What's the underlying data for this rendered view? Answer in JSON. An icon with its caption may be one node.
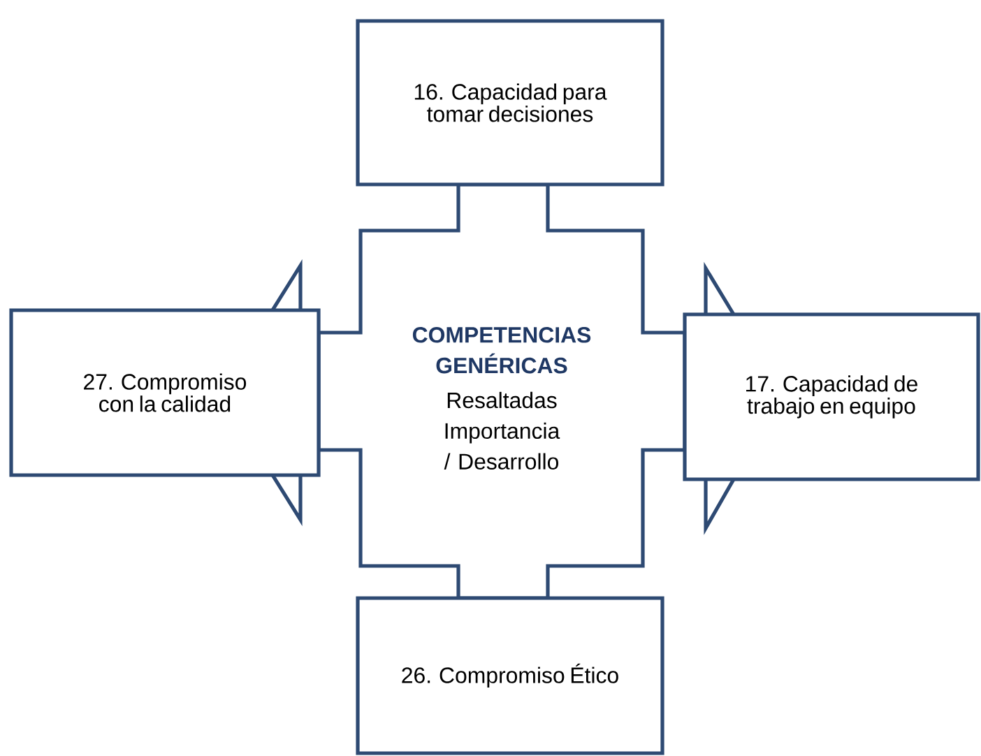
{
  "diagram": {
    "nodes": [
      {
        "text": [
          "16. Capacidad para tomar decisiones"
        ]
      },
      {
        "text": [
          "27. Compromiso con la calidad"
        ]
      },
      {
        "text": [
          "COMPETENCIAS GENÉRICAS",
          "Resaltadas Importancia / Desarrollo"
        ]
      },
      {
        "text": [
          "17. Capacidad de trabajo en equipo"
        ]
      },
      {
        "text": [
          "26. Compromiso Ético"
        ]
      }
    ]
  }
}
